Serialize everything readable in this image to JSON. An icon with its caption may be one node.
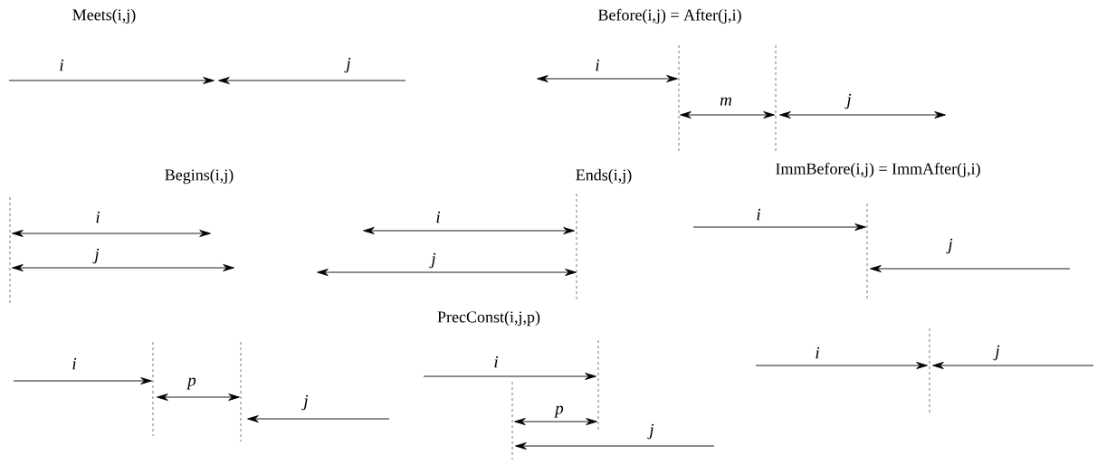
{
  "diagram": {
    "labels": [
      "Meets(i,j)",
      "i",
      "j",
      "Before(i,j) = After(j,i)",
      "i",
      "m",
      "j",
      "Begins(i,j)",
      "i",
      "j",
      "Ends(i,j)",
      "i",
      "j",
      "ImmBefore(i,j) = ImmAfter(j,i)",
      "i",
      "j",
      "PrecConst(i,j,p)",
      "i",
      "p",
      "j",
      "i",
      "p",
      "j",
      "i",
      "j"
    ]
  }
}
